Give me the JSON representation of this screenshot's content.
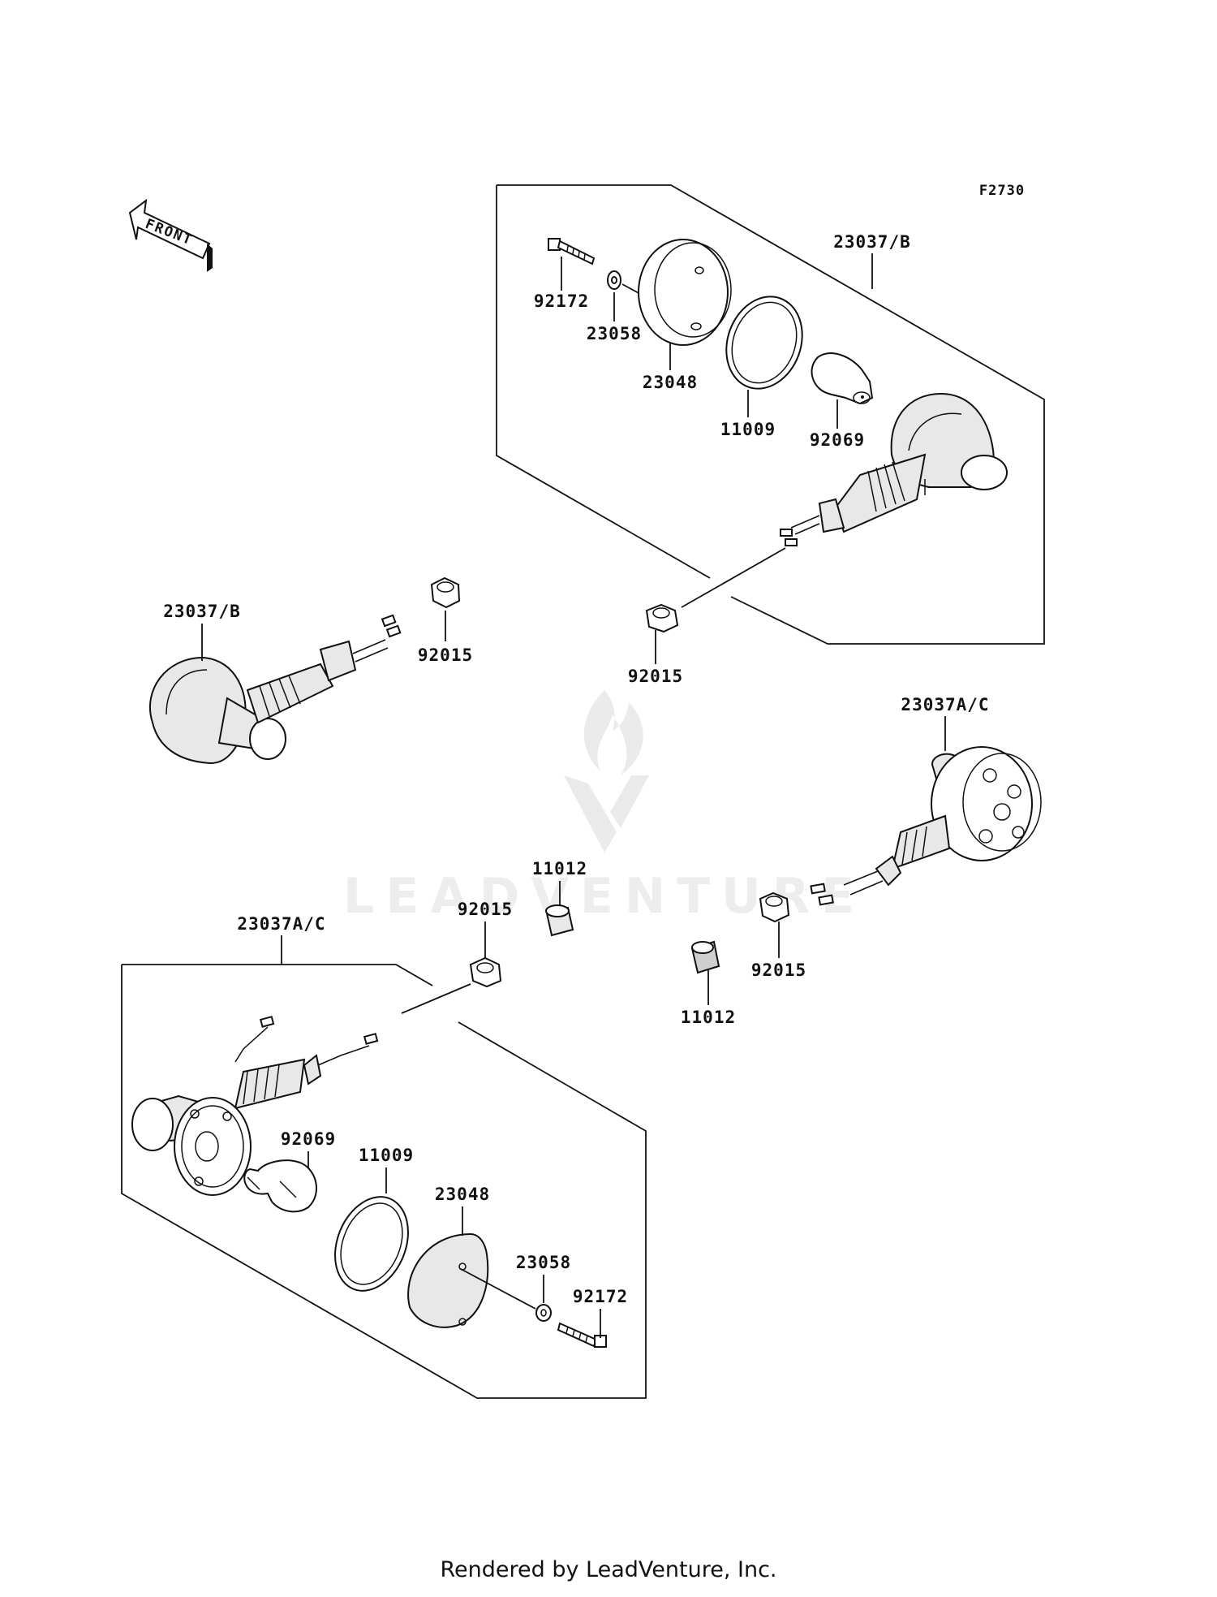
{
  "figure_code": "F2730",
  "front_indicator": "FRONT",
  "watermark": "LEADVENTURE",
  "footer": "Rendered by LeadVenture, Inc.",
  "labels": {
    "top_assembly": "23037/B",
    "top_bolt": "92172",
    "top_washer": "23058",
    "top_lens": "23048",
    "top_gasket": "11009",
    "top_bulb": "92069",
    "top_nut": "92015",
    "left_assembly": "23037/B",
    "left_nut": "92015",
    "right_assembly": "23037A/C",
    "right_nut": "92015",
    "collar_top": "11012",
    "collar_right": "11012",
    "bottom_assembly": "23037A/C",
    "bottom_nut": "92015",
    "bottom_bulb": "92069",
    "bottom_gasket": "11009",
    "bottom_lens": "23048",
    "bottom_washer": "23058",
    "bottom_bolt": "92172"
  }
}
